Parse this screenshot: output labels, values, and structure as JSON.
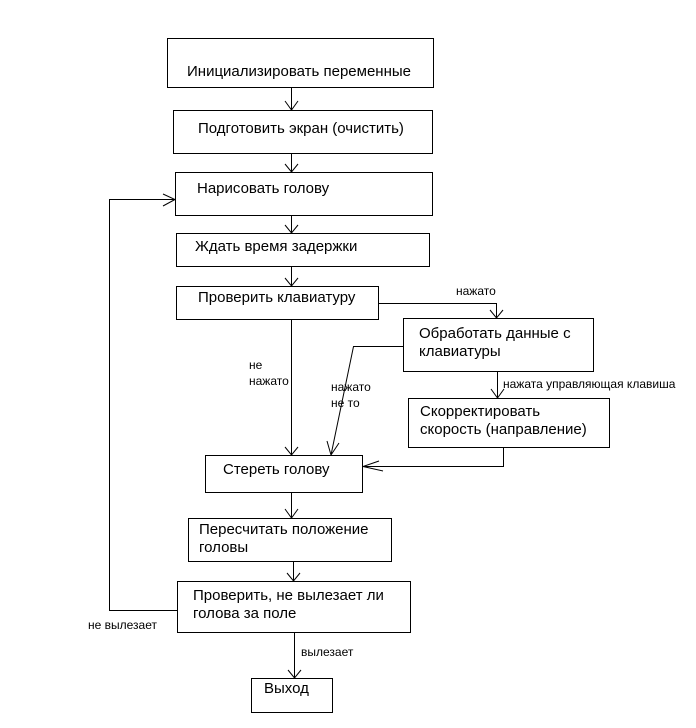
{
  "flowchart": {
    "nodes": {
      "init": "Инициализировать переменные",
      "prepare": "Подготовить экран (очистить)",
      "draw_head": "Нарисовать голову",
      "wait": "Ждать время задержки",
      "check_keyboard": "Проверить клавиатуру",
      "process_keyboard": [
        "Обработать данные с",
        "клавиатуры"
      ],
      "adjust_speed": [
        "Скорректировать",
        "скорость (направление)"
      ],
      "erase_head": "Стереть голову",
      "recalc_position": [
        "Пересчитать положение",
        "головы"
      ],
      "check_bounds": [
        "Проверить, не вылезает ли",
        "голова за поле"
      ],
      "exit": "Выход"
    },
    "edge_labels": {
      "pressed": "нажато",
      "not_pressed": [
        "не",
        "нажато"
      ],
      "pressed_wrong": [
        "нажато",
        "не то"
      ],
      "control_key_pressed": "нажата управляющая клавиша",
      "not_out": "не вылезает",
      "out": "вылезает"
    }
  }
}
